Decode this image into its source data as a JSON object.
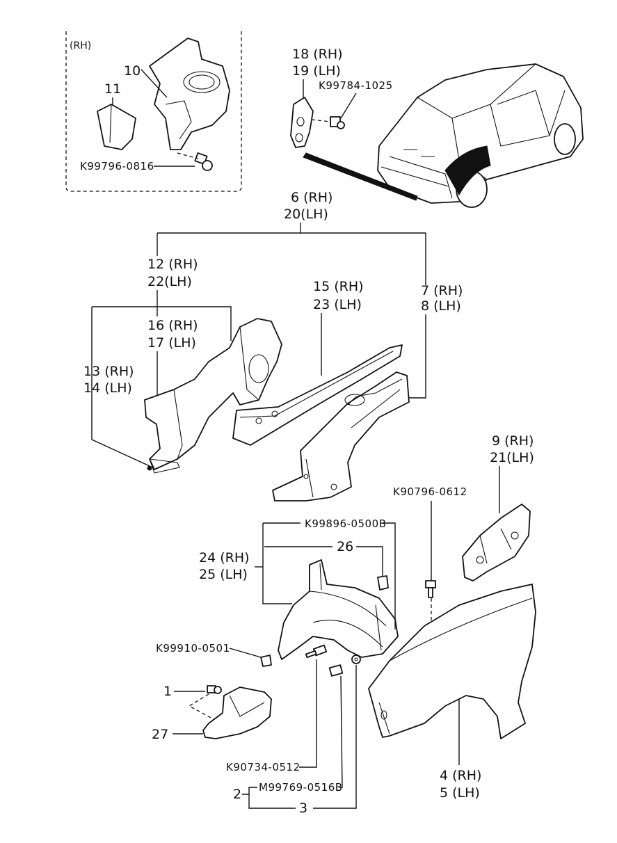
{
  "inset": {
    "side_label": "(RH)"
  },
  "callouts": {
    "c10": "10",
    "c11": "11",
    "c18": "18 (RH)",
    "c19": "19 (LH)",
    "c6": "6 (RH)",
    "c20": "20(LH)",
    "c12": "12 (RH)",
    "c22": "22(LH)",
    "c16": "16 (RH)",
    "c17": "17 (LH)",
    "c13": "13 (RH)",
    "c14": "14 (LH)",
    "c15": "15 (RH)",
    "c23": "23 (LH)",
    "c7": "7 (RH)",
    "c8": "8 (LH)",
    "c9": "9 (RH)",
    "c21": "21(LH)",
    "c24": "24 (RH)",
    "c25": "25 (LH)",
    "c26": "26",
    "c1": "1",
    "c27": "27",
    "c4": "4 (RH)",
    "c5": "5 (LH)",
    "c2": "2",
    "c3": "3"
  },
  "part_numbers": {
    "p_k99796_0816": "K99796-0816",
    "p_k99784_1025": "K99784-1025",
    "p_k90796_0612": "K90796-0612",
    "p_k99896_0500b": "K99896-0500B",
    "p_k99910_0501": "K99910-0501",
    "p_k90734_0512": "K90734-0512",
    "p_m99769_0516b": "M99769-0516B"
  }
}
